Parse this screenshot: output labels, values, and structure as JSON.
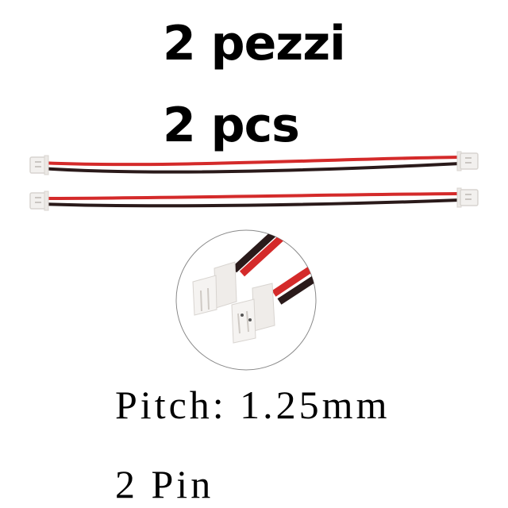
{
  "headline": {
    "line1": "2 pezzi",
    "line2": "2 pcs"
  },
  "specs": {
    "pitch": "Pitch: 1.25mm",
    "pins": "2 Pin"
  },
  "colors": {
    "wire_red": "#d42a2a",
    "wire_black": "#2a1a1a",
    "connector": "#f2f0ee",
    "connector_edge": "#d8d4d0",
    "circle_border": "#8a8a8a",
    "text": "#000000"
  }
}
